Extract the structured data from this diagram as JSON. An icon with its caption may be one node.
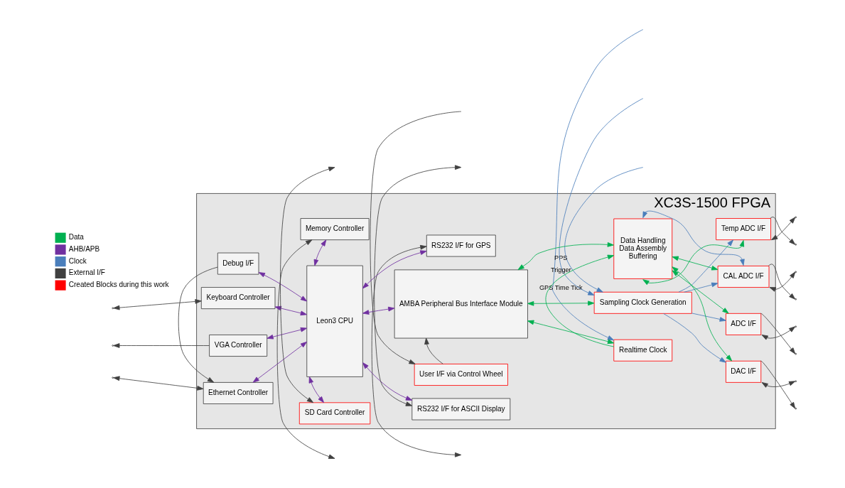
{
  "diagram": {
    "nodes": [
      {
        "text": [
          "XC3S-1500 FPGA"
        ]
      },
      {
        "text": [
          "Memory Controller"
        ],
        "in": 0
      },
      {
        "text": [
          "RS232 I/F for GPS"
        ],
        "in": 0
      },
      {
        "text": [
          "Debug I/F"
        ],
        "in": 0
      },
      {
        "text": [
          "Ethernet Controller"
        ],
        "in": 0
      },
      {
        "text": [
          "VGA Controller"
        ],
        "in": 0
      },
      {
        "text": [
          "Keyboard Controller"
        ],
        "in": 0
      },
      {
        "text": [
          "Leon3 CPU"
        ],
        "in": 0
      },
      {
        "text": [
          "AMBA Peripheral Bus Interface Module"
        ],
        "in": 0
      },
      {
        "text": [
          "Sampling Clock Generation"
        ],
        "in": 0
      },
      {
        "text": [
          "Realtime Clock"
        ],
        "in": 0
      },
      {
        "text": [
          "Data Handling",
          "Data Assembly",
          "Buffering"
        ],
        "in": 0
      },
      {
        "text": [
          "DAC I/F"
        ],
        "in": 0
      },
      {
        "text": [
          "ADC I/F"
        ],
        "in": 0
      },
      {
        "text": [
          "CAL ADC I/F"
        ],
        "in": 0
      },
      {
        "text": [
          "Temp ADC I/F"
        ],
        "in": 0
      },
      {
        "text": [
          "SD Card Controller"
        ],
        "in": 0
      },
      {
        "text": [
          "RS232 I/F for ASCII Display"
        ],
        "in": 0
      },
      {
        "text": [
          "User I/F via Control Wheel"
        ],
        "in": 0
      }
    ],
    "edges": [
      {
        "from": null,
        "to": 1,
        "arrow": "both",
        "color": "#404040"
      },
      {
        "from": null,
        "to": 2,
        "arrow": "both",
        "color": "#404040"
      },
      {
        "from": 1,
        "to": 7,
        "arrow": "both",
        "color": "#7030a0"
      },
      {
        "from": 2,
        "to": 7,
        "arrow": "both",
        "color": "#7030a0"
      },
      {
        "from": 3,
        "to": 7,
        "arrow": "both",
        "color": "#7030a0"
      },
      {
        "from": 3,
        "to": 4,
        "arrow": "to",
        "color": "#404040"
      },
      {
        "from": null,
        "to": 4,
        "arrow": "both",
        "color": "#404040"
      },
      {
        "from": 4,
        "to": 7,
        "arrow": "both",
        "color": "#7030a0"
      },
      {
        "from": 5,
        "to": null,
        "arrow": "to",
        "color": "#404040"
      },
      {
        "from": 5,
        "to": 7,
        "arrow": "both",
        "color": "#7030a0"
      },
      {
        "from": null,
        "to": 6,
        "arrow": "both",
        "color": "#404040"
      },
      {
        "from": 6,
        "to": 7,
        "arrow": "both",
        "color": "#7030a0"
      },
      {
        "from": 7,
        "to": 8,
        "arrow": "both",
        "color": "#7030a0"
      },
      {
        "from": 7,
        "to": 16,
        "arrow": "both",
        "color": "#7030a0"
      },
      {
        "from": 7,
        "to": 17,
        "arrow": "both",
        "color": "#7030a0"
      },
      {
        "from": 16,
        "to": null,
        "arrow": "both",
        "color": "#404040"
      },
      {
        "from": 17,
        "to": null,
        "arrow": "both",
        "color": "#404040"
      },
      {
        "from": null,
        "to": 18,
        "arrow": "to",
        "color": "#404040"
      },
      {
        "from": 18,
        "to": 8,
        "arrow": "to",
        "color": "#404040"
      },
      {
        "from": null,
        "to": 10,
        "arrow": "to",
        "label": "GPS Time Tick",
        "color": "#4a7ebb"
      },
      {
        "from": null,
        "to": 9,
        "arrow": "to",
        "label": "PPS",
        "color": "#4a7ebb"
      },
      {
        "from": null,
        "to": 9,
        "arrow": "to",
        "label": "Trigger",
        "color": "#4a7ebb"
      },
      {
        "from": 8,
        "to": 9,
        "arrow": "both",
        "color": "#00b050"
      },
      {
        "from": 8,
        "to": 10,
        "arrow": "both",
        "color": "#00b050"
      },
      {
        "from": 8,
        "to": 11,
        "arrow": "both",
        "color": "#00b050"
      },
      {
        "from": 10,
        "to": 11,
        "arrow": "to",
        "color": "#00b050"
      },
      {
        "from": 9,
        "to": 12,
        "arrow": "to",
        "color": "#4a7ebb"
      },
      {
        "from": 9,
        "to": 13,
        "arrow": "to",
        "color": "#4a7ebb"
      },
      {
        "from": 9,
        "to": 14,
        "arrow": "to",
        "color": "#4a7ebb"
      },
      {
        "from": 9,
        "to": 15,
        "arrow": "to",
        "color": "#4a7ebb"
      },
      {
        "from": 11,
        "to": 14,
        "arrow": "both",
        "color": "#4a7ebb"
      },
      {
        "from": 11,
        "to": 12,
        "arrow": "both",
        "color": "#00b050"
      },
      {
        "from": 11,
        "to": 13,
        "arrow": "both",
        "color": "#00b050"
      },
      {
        "from": 11,
        "to": 14,
        "arrow": "both",
        "color": "#00b050"
      },
      {
        "from": 11,
        "to": 15,
        "arrow": "both",
        "color": "#00b050"
      },
      {
        "from": 12,
        "to": null,
        "arrow": "to",
        "color": "#404040"
      },
      {
        "from": 12,
        "to": null,
        "arrow": "both",
        "color": "#404040"
      },
      {
        "from": 13,
        "to": null,
        "arrow": "to",
        "color": "#404040"
      },
      {
        "from": 13,
        "to": null,
        "arrow": "both",
        "color": "#404040"
      },
      {
        "from": 14,
        "to": null,
        "arrow": "to",
        "color": "#404040"
      },
      {
        "from": 14,
        "to": null,
        "arrow": "both",
        "color": "#404040"
      },
      {
        "from": 15,
        "to": null,
        "arrow": "to",
        "color": "#404040"
      },
      {
        "from": 15,
        "to": null,
        "arrow": "both",
        "color": "#404040"
      }
    ],
    "legend": [
      {
        "text": "Data",
        "color": "#00b050"
      },
      {
        "text": "AHB/APB",
        "color": "#7030a0"
      },
      {
        "text": "Clock",
        "color": "#4a7ebb"
      },
      {
        "text": "External I/F",
        "color": "#404040"
      },
      {
        "text": "Created Blocks during this work",
        "color": "#ff0000"
      }
    ]
  }
}
